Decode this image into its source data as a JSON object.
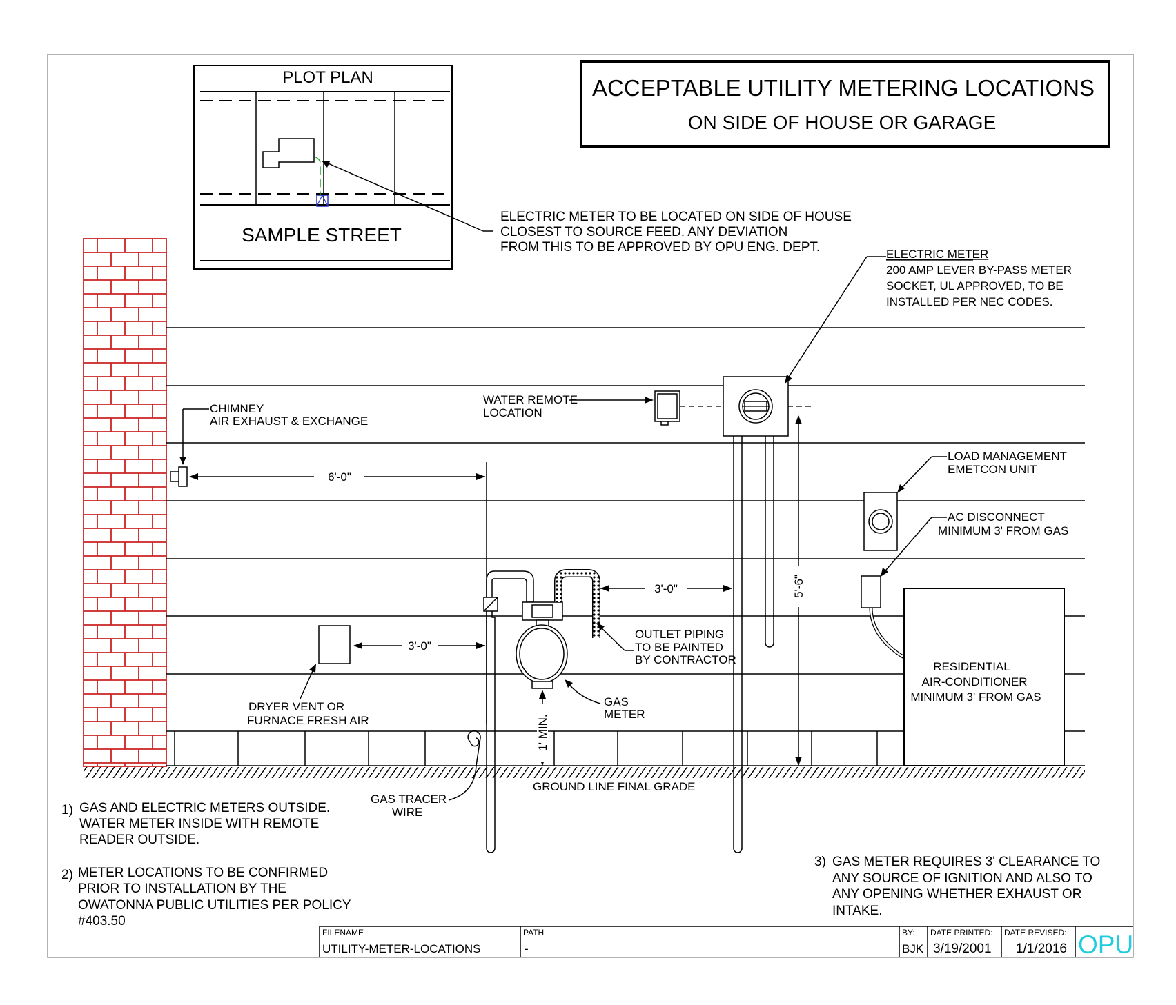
{
  "title": {
    "main": "ACCEPTABLE UTILITY METERING LOCATIONS",
    "sub": "ON SIDE OF HOUSE OR GARAGE"
  },
  "plot_plan": {
    "title": "PLOT PLAN",
    "street": "SAMPLE STREET"
  },
  "callouts": {
    "electric_location": [
      "ELECTRIC METER TO BE LOCATED ON SIDE OF HOUSE",
      "CLOSEST TO SOURCE FEED.  ANY DEVIATION",
      "FROM THIS TO BE APPROVED BY OPU ENG. DEPT."
    ],
    "electric_meter_heading": "ELECTRIC METER",
    "electric_meter_body": [
      "200 AMP LEVER BY-PASS METER",
      "SOCKET, UL APPROVED, TO BE",
      "INSTALLED PER NEC CODES."
    ],
    "chimney": [
      "CHIMNEY",
      "AIR EXHAUST & EXCHANGE"
    ],
    "water_remote": [
      "WATER REMOTE",
      "LOCATION"
    ],
    "load_management": [
      "LOAD MANAGEMENT",
      "EMETCON UNIT"
    ],
    "ac_disconnect": [
      "AC DISCONNECT",
      "MINIMUM 3' FROM GAS"
    ],
    "outlet_piping": [
      "OUTLET PIPING",
      "TO BE PAINTED",
      "BY CONTRACTOR"
    ],
    "gas_meter": [
      "GAS",
      "METER"
    ],
    "dryer_vent": [
      "DRYER VENT OR",
      "FURNACE FRESH AIR"
    ],
    "residential_ac": [
      "RESIDENTIAL",
      "AIR-CONDITIONER",
      "MINIMUM 3' FROM GAS"
    ],
    "gas_tracer": [
      "GAS TRACER",
      "WIRE"
    ],
    "ground_line": "GROUND LINE  FINAL GRADE"
  },
  "dimensions": {
    "chimney_to_gas": "6'-0\"",
    "gas_to_electric": "3'-0\"",
    "dryer_to_gas": "3'-0\"",
    "meter_height": "5'-6\"",
    "gas_min_height": "1' MIN."
  },
  "notes": {
    "n1": {
      "num": "1)",
      "lines": [
        "GAS AND ELECTRIC METERS OUTSIDE.",
        "WATER METER INSIDE WITH REMOTE",
        "READER OUTSIDE."
      ]
    },
    "n2": {
      "num": "2)",
      "lines": [
        "METER LOCATIONS TO BE CONFIRMED",
        "PRIOR TO INSTALLATION BY THE",
        "OWATONNA PUBLIC UTILITIES PER POLICY",
        "#403.50"
      ]
    },
    "n3": {
      "num": "3)",
      "lines": [
        "GAS METER REQUIRES 3' CLEARANCE TO",
        "ANY SOURCE OF IGNITION AND ALSO TO",
        "ANY OPENING WHETHER EXHAUST OR",
        "INTAKE."
      ]
    }
  },
  "title_block": {
    "filename_label": "FILENAME",
    "filename": "UTILITY-METER-LOCATIONS",
    "path_label": "PATH",
    "path": "-",
    "by_label": "BY:",
    "by": "BJK",
    "printed_label": "DATE PRINTED:",
    "printed": "3/19/2001",
    "revised_label": "DATE REVISED:",
    "revised": "1/1/2016",
    "logo": "OPU"
  },
  "colors": {
    "brick": "#cc2222",
    "logo": "#22ccdd",
    "plot_green": "#22aa22",
    "plot_blue": "#2233cc"
  }
}
